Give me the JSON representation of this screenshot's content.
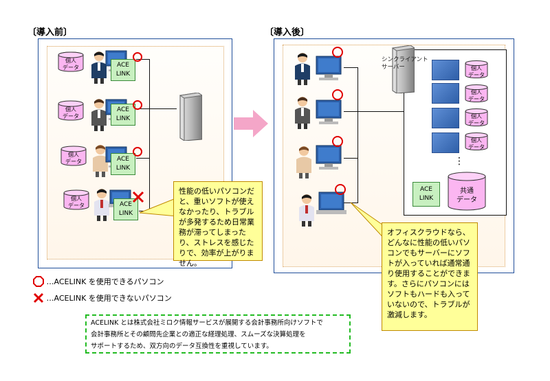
{
  "before": {
    "title": "〔導入前〕",
    "db_label_line1": "個人",
    "db_label_line2": "データ",
    "ace_line1": "ACE",
    "ace_line2": "LINK",
    "callout": "性能の低いパソコンだと、重いソフトが使えなかったり、トラブルが多発するため日常業務が滞ってしまったり、ストレスを感じたりで、効率が上がりません。"
  },
  "after": {
    "title": "〔導入後〕",
    "server_label_line1": "シンクライアント",
    "server_label_line2": "サーバー",
    "db_label_line1": "個人",
    "db_label_line2": "データ",
    "ace_line1": "ACE",
    "ace_line2": "LINK",
    "shared_line1": "共通",
    "shared_line2": "データ",
    "dots": "⋮",
    "callout": "オフィスクラウドなら、どんなに性能の低いパソコンでもサーバーにソフトが入っていれば通常通り使用することができます。さらにパソコンにはソフトもハードも入っていないので、トラブルが激減します。"
  },
  "legend": {
    "ok_text": "…ACELINK を使用できるパソコン",
    "ng_text": "…ACELINK を使用できないパソコン"
  },
  "note": {
    "line1": "ACELINK とは株式会社ミロク情報サービスが展開する会計事務所向けソフトで",
    "line2": "会計事務所とその顧問先企業との適正な経理処理、スムーズな決算処理を",
    "line3": "サポートするため、双方向のデータ互換性を重視しています。"
  },
  "colors": {
    "ok": "#e00000",
    "ng": "#e00000",
    "arrow": "#f4a6c8",
    "panel_border": "#1f4e9a",
    "ace_bg": "#c8f0c0",
    "callout_bg": "#ffff99",
    "note_border": "#22bb22"
  }
}
